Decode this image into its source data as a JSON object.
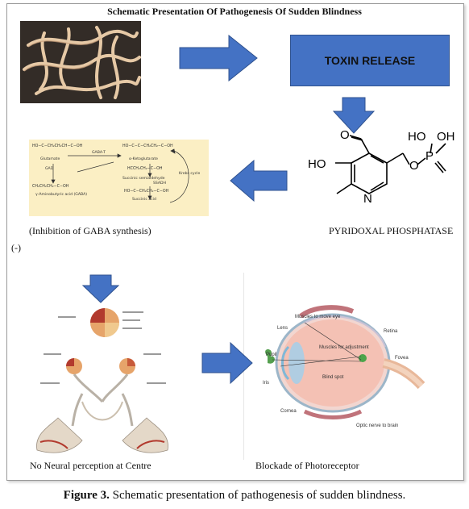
{
  "title": "Schematic Presentation Of Pathogenesis Of Sudden Blindness",
  "toxin_box": "TOXIN RELEASE",
  "molecule": {
    "label": "PYRIDOXAL PHOSPHATASE",
    "atoms": {
      "ho": "HO",
      "ho2": "HO",
      "oh": "OH",
      "p": "P",
      "o": "O",
      "n": "N",
      "o_ald": "O"
    }
  },
  "chem_panel": {
    "caption": "(Inhibition of GABA synthesis)",
    "glutamate": "Glutamate",
    "gad": "GAD",
    "gaba_t": "GABA-T",
    "ketoglutarate": "α-Ketoglutarate",
    "ssa": "Succinic semialdehyde",
    "ssadh": "SSADH",
    "succinic": "Succinic acid",
    "gaba": "γ-Aminobutyric acid (GABA)",
    "krebs": "Krebs cycle"
  },
  "inhibit_mark": "(-)",
  "left_bottom_caption": "No Neural perception at Centre",
  "right_bottom_caption": "Blockade of Photoreceptor",
  "eye_labels": {
    "muscles": "Muscles to move eye",
    "lens": "Lens",
    "retina": "Retina",
    "pupil": "Pupil",
    "muscle_adj": "Muscles for adjustment",
    "fovea": "Fovea",
    "iris": "Iris",
    "blind_spot": "Blind spot",
    "cornea": "Cornea",
    "optic_nerve": "Optic nerve to brain"
  },
  "figure_caption": {
    "label": "Figure 3.",
    "text": " Schematic presentation of pathogenesis of sudden blindness."
  },
  "colors": {
    "arrow_blue": "#4472c4",
    "arrow_border": "#2f528f",
    "chem_bg": "#fbefc4"
  }
}
